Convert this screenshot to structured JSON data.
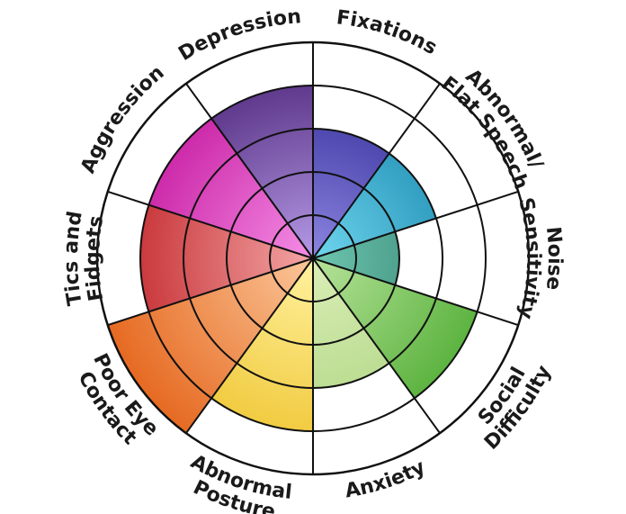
{
  "chart_data": {
    "type": "radial-wheel",
    "rings": 5,
    "segments": [
      {
        "label_lines": [
          "Fixations"
        ],
        "value": 3,
        "color_light": "#8c85e0",
        "color_dark": "#26218f"
      },
      {
        "label_lines": [
          "Abnormal/",
          "Flat Speech"
        ],
        "value": 3,
        "color_light": "#6fd6ee",
        "color_dark": "#0a7aa3"
      },
      {
        "label_lines": [
          "Noise",
          "Sensitivity"
        ],
        "value": 2,
        "color_light": "#6fc7b0",
        "color_dark": "#1d6a5c"
      },
      {
        "label_lines": [
          "Social",
          "Difficulty"
        ],
        "value": 4,
        "color_light": "#b7e39a",
        "color_dark": "#46a82a"
      },
      {
        "label_lines": [
          "Anxiety"
        ],
        "value": 3,
        "color_light": "#dbeeb8",
        "color_dark": "#a8d27a"
      },
      {
        "label_lines": [
          "Abnormal",
          "Posture"
        ],
        "value": 4,
        "color_light": "#fff2a0",
        "color_dark": "#eec22a"
      },
      {
        "label_lines": [
          "Poor Eye",
          "Contact"
        ],
        "value": 5,
        "color_light": "#fbc79a",
        "color_dark": "#e66a22"
      },
      {
        "label_lines": [
          "Tics and",
          "Fidgets"
        ],
        "value": 4,
        "color_light": "#f3a6a6",
        "color_dark": "#c01f24"
      },
      {
        "label_lines": [
          "Aggression"
        ],
        "value": 4,
        "color_light": "#f58ee6",
        "color_dark": "#c3129b"
      },
      {
        "label_lines": [
          "Depression"
        ],
        "value": 4,
        "color_light": "#b59ae6",
        "color_dark": "#4b2276"
      }
    ]
  }
}
